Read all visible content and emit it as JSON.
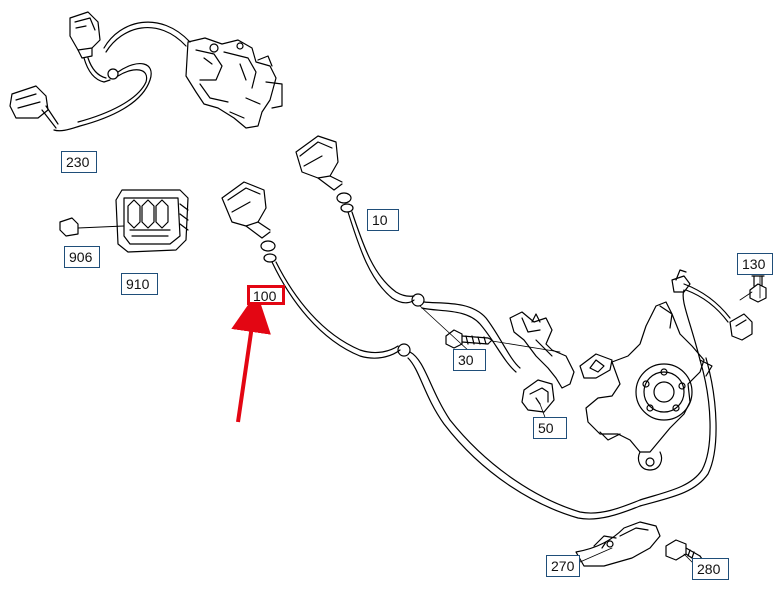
{
  "labels": {
    "p230": "230",
    "p906": "906",
    "p910": "910",
    "p10": "10",
    "p100": "100",
    "p130": "130",
    "p30": "30",
    "p50": "50",
    "p270": "270",
    "p280": "280"
  },
  "highlighted_part": "100",
  "colors": {
    "line": "#000000",
    "label_border": "#1f4e79",
    "highlight": "#e30613"
  }
}
